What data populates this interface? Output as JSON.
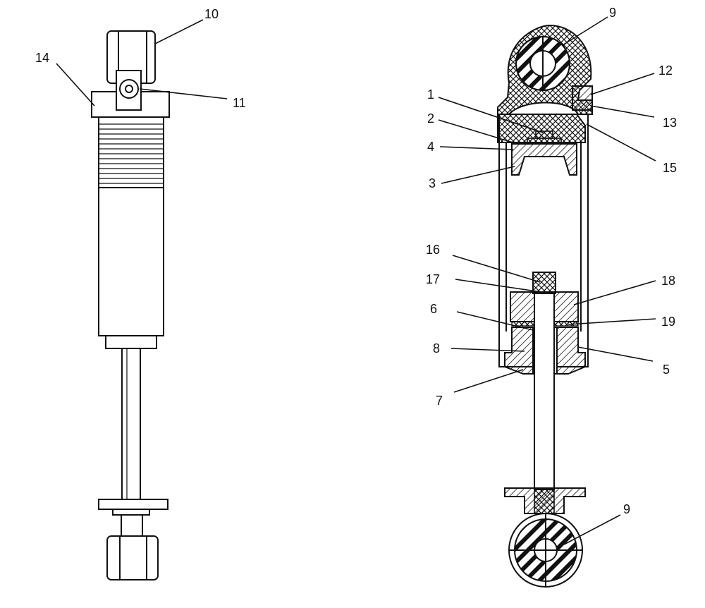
{
  "diagram": {
    "callouts_left": {
      "c10": "10",
      "c11": "11",
      "c14": "14"
    },
    "callouts_right": {
      "c9_top": "9",
      "c12": "12",
      "c13": "13",
      "c15": "15",
      "c1": "1",
      "c2": "2",
      "c4": "4",
      "c3": "3",
      "c16": "16",
      "c17": "17",
      "c18": "18",
      "c6": "6",
      "c19": "19",
      "c8": "8",
      "c5": "5",
      "c7": "7",
      "c9_bottom": "9"
    },
    "colors": {
      "ink": "#111111",
      "paper": "#ffffff"
    }
  }
}
